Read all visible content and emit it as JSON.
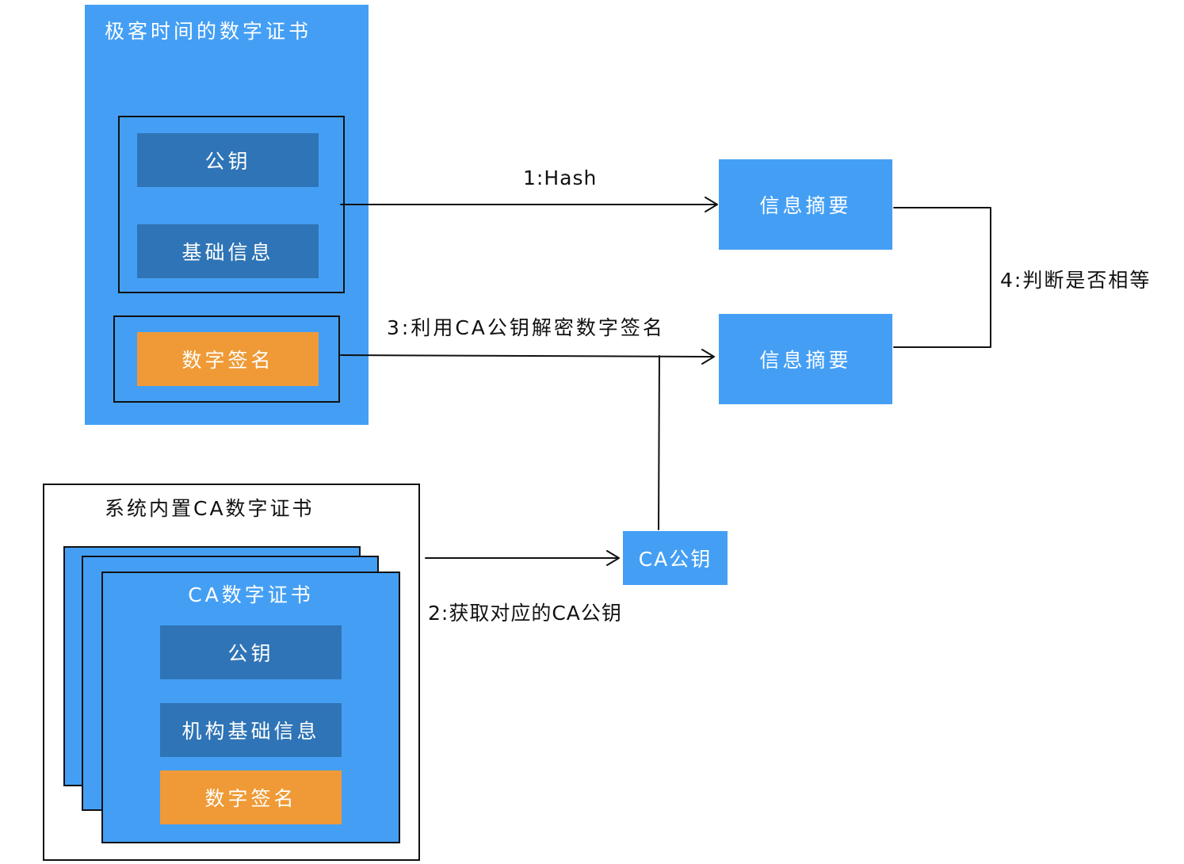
{
  "client_cert": {
    "title": "极客时间的数字证书",
    "public_key": "公钥",
    "basic_info": "基础信息",
    "signature": "数字签名"
  },
  "digest_top": "信息摘要",
  "digest_bottom": "信息摘要",
  "ca_public_key": "CA公钥",
  "system_store": {
    "title": "系统内置CA数字证书",
    "ca_cert": {
      "title": "CA数字证书",
      "public_key": "公钥",
      "org_info": "机构基础信息",
      "signature": "数字签名"
    }
  },
  "steps": {
    "step1": "1:Hash",
    "step2": "2:获取对应的CA公钥",
    "step3": "3:利用CA公钥解密数字签名",
    "step4": "4:判断是否相等"
  },
  "colors": {
    "blue": "#449ff4",
    "dark_blue": "#2f74b6",
    "orange": "#ef9a36"
  }
}
